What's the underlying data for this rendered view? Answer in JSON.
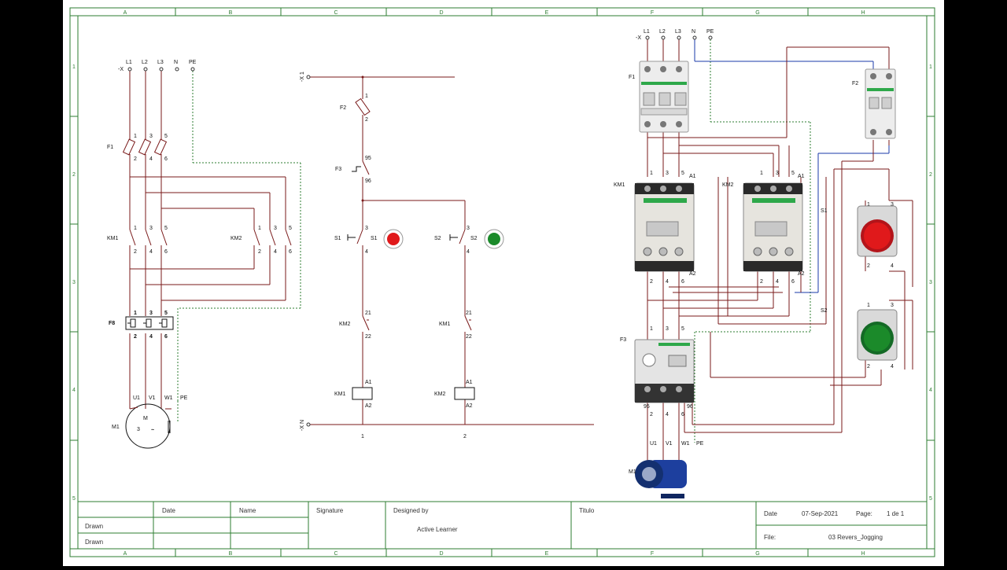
{
  "sheet": {
    "columns": [
      "A",
      "B",
      "C",
      "D",
      "E",
      "F",
      "G",
      "H"
    ],
    "rows": [
      "1",
      "2",
      "3",
      "4",
      "5"
    ]
  },
  "title_block": {
    "h_date": "Date",
    "h_name": "Name",
    "h_signature": "Signature",
    "h_designed_by": "Designed by",
    "designed_by": "Active Learner",
    "h_titulo": "Titulo",
    "drawn1": "Drawn",
    "drawn2": "Drawn",
    "date_label": "Date",
    "date_value": "07-Sep-2021",
    "page_label": "Page:",
    "page_value": "1 de 1",
    "file_label": "File:",
    "file_value": "03 Revers_Jogging"
  },
  "power": {
    "supply": [
      "L1",
      "L2",
      "L3",
      "N",
      "PE"
    ],
    "supply_ref": "-X",
    "fuse": "F1",
    "km1": "KM1",
    "km2": "KM2",
    "overload": "F8",
    "motor": "M1",
    "motor_symbol": "M",
    "motor_phase": "3",
    "motor_tilde": "~",
    "motor_terms": [
      "U1",
      "V1",
      "W1",
      "PE"
    ],
    "pin_top": [
      "1",
      "3",
      "5"
    ],
    "pin_bot": [
      "2",
      "4",
      "6"
    ]
  },
  "control": {
    "top_rail": "-X 1",
    "bot_rail": "-X N",
    "fuse": "F2",
    "fuse_pins": [
      "1",
      "2"
    ],
    "overload": "F3",
    "ol_pins": [
      "95",
      "96"
    ],
    "s1": "S1",
    "s1_lamp": "S1",
    "s2": "S2",
    "s2_lamp": "S2",
    "no_pins": [
      "3",
      "4"
    ],
    "km2_il": "KM2",
    "km1_il": "KM1",
    "nc_pins": [
      "21",
      "22"
    ],
    "coil1": "KM1",
    "coil2": "KM2",
    "coil_pins": [
      "A1",
      "A2"
    ],
    "branch1": "1",
    "branch2": "2",
    "colors": {
      "stop": "#e0191b",
      "start": "#1b8a2a"
    }
  },
  "wiring": {
    "supply": [
      "L1",
      "L2",
      "L3",
      "N",
      "PE"
    ],
    "supply_ref": "-X",
    "f1": "F1",
    "f2": "F2",
    "km1": "KM1",
    "km2": "KM2",
    "f3": "F3",
    "s1": "S1",
    "s2": "S2",
    "m1": "M1",
    "motor_terms": [
      "U1",
      "V1",
      "W1",
      "PE"
    ],
    "pins": [
      "1",
      "3",
      "5",
      "A1",
      "2",
      "4",
      "6",
      "A2",
      "95",
      "96"
    ],
    "colors": {
      "wire": "#7a1a1a",
      "blue": "#1a3aaa",
      "pe": "#2e7d32",
      "motor": "#1d3f9e"
    }
  }
}
